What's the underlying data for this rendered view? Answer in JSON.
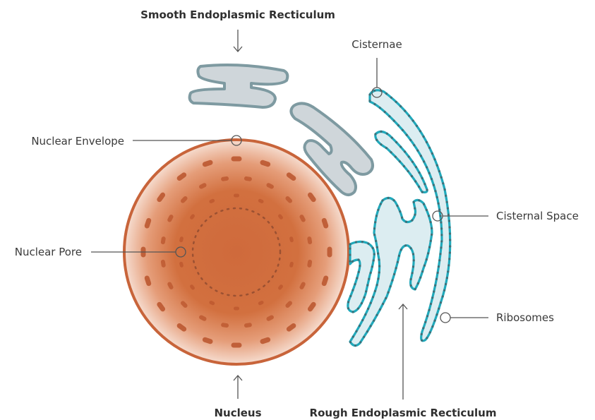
{
  "labels": {
    "smooth_er": "Smooth Endoplasmic Recticulum",
    "cisternae": "Cisternae",
    "nuclear_envelope": "Nuclear Envelope",
    "cisternal_space": "Cisternal Space",
    "nuclear_pore": "Nuclear Pore",
    "ribosomes": "Ribosomes",
    "nucleus": "Nucleus",
    "rough_er": "Rough Endoplasmic Recticulum"
  },
  "colors": {
    "nucleus_fill": "#cf6a3c",
    "nucleus_stroke": "#c8643a",
    "pore": "#b9542c",
    "smooth_er_fill": "#cfd6da",
    "smooth_er_stroke": "#7e9aa1",
    "rough_er_fill": "#dcedf1",
    "rough_er_stroke": "#20a9bb",
    "ribosome": "#3f6f78",
    "leader": "#555555"
  }
}
